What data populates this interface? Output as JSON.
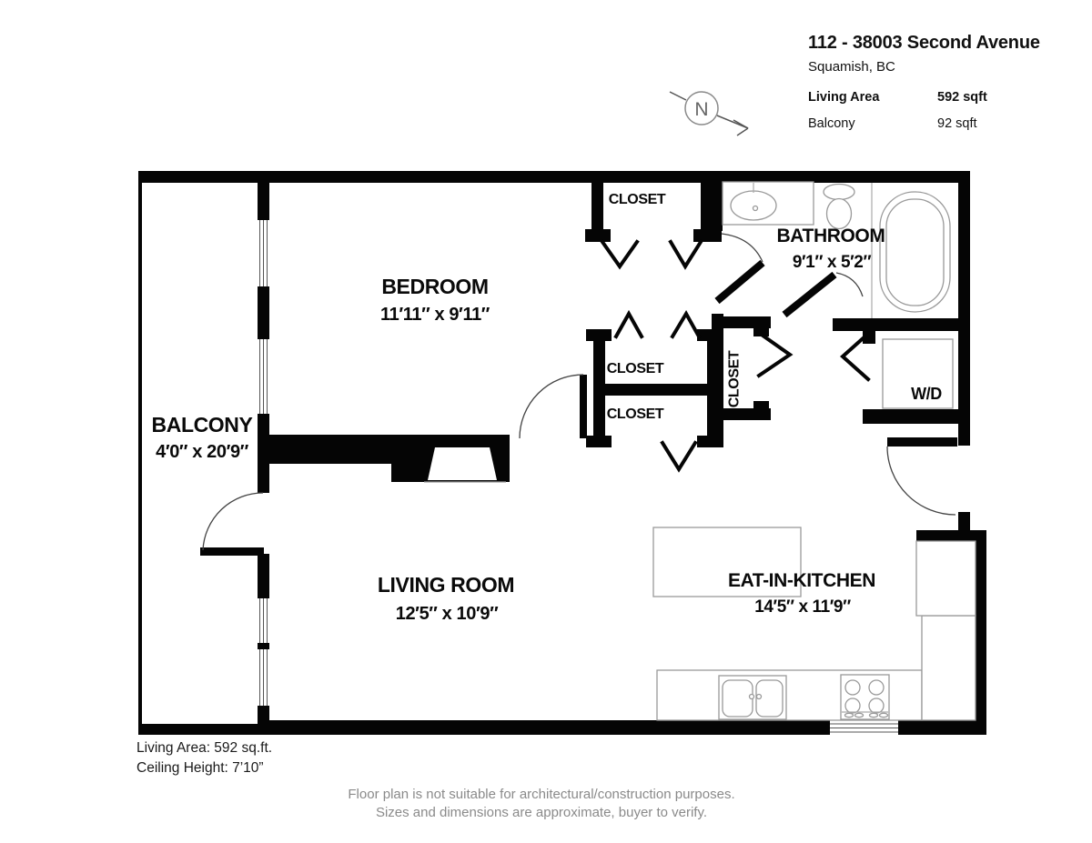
{
  "header": {
    "title": "112 - 38003 Second Avenue",
    "subtitle": "Squamish, BC",
    "stats": {
      "living_area": {
        "label": "Living Area",
        "value": "592 sqft"
      },
      "balcony": {
        "label": "Balcony",
        "value": "92 sqft"
      }
    }
  },
  "compass": {
    "label": "N"
  },
  "rooms": {
    "bedroom": {
      "name": "BEDROOM",
      "dims": "11′11″ x 9′11″"
    },
    "balcony": {
      "name": "BALCONY",
      "dims": "4′0″ x 20′9″"
    },
    "bathroom": {
      "name": "BATHROOM",
      "dims": "9′1″ x 5′2″"
    },
    "living_room": {
      "name": "LIVING ROOM",
      "dims": "12′5″ x 10′9″"
    },
    "kitchen": {
      "name": "EAT-IN-KITCHEN",
      "dims": "14′5″ x 11′9″"
    }
  },
  "closets": {
    "bedroom_closet": {
      "label": "CLOSET"
    },
    "hall_upper": {
      "label": "CLOSET"
    },
    "hall_lower": {
      "label": "CLOSET"
    },
    "entry_closet": {
      "label": "CLOSET"
    },
    "laundry": {
      "label": "W/D"
    }
  },
  "footer": {
    "living_area": "Living Area: 592 sq.ft.",
    "ceiling_height": "Ceiling Height: 7’10”",
    "disclaimer_line1": "Floor plan is not suitable for architectural/construction purposes.",
    "disclaimer_line2": "Sizes and dimensions are approximate, buyer to verify."
  },
  "colors": {
    "wall": "#000000",
    "fixture_outline": "#999999",
    "door_arc": "#444444",
    "disclaimer_text": "#8a8a8a"
  }
}
